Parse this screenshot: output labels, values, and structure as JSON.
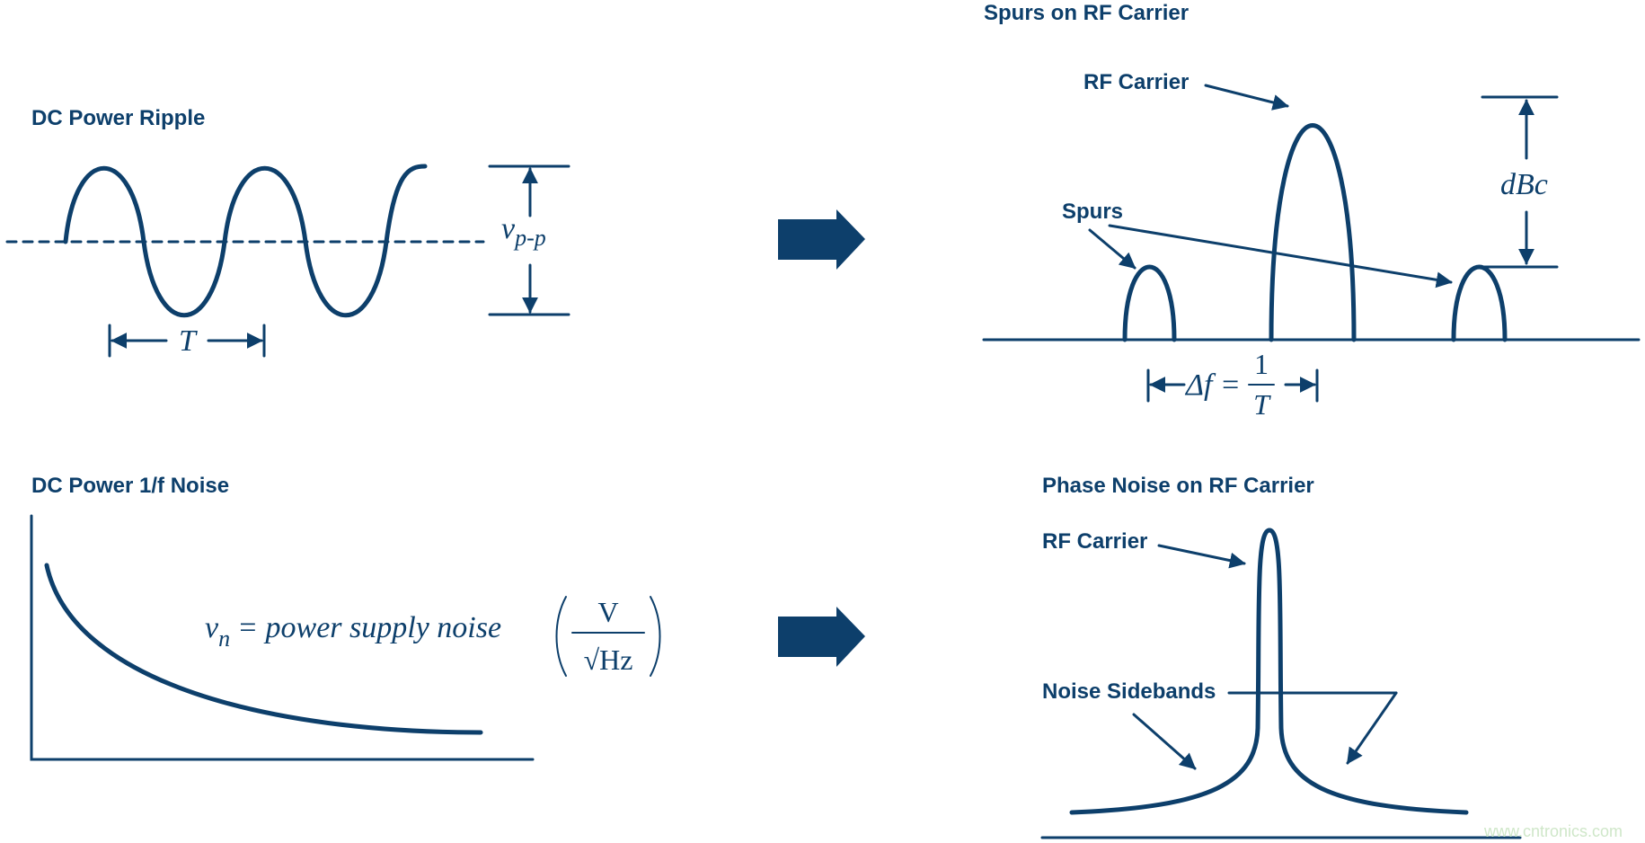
{
  "panels": {
    "ripple": {
      "title": "DC Power Ripple",
      "amplitude_label": "v",
      "amplitude_subscript": "p-p",
      "period_label": "T"
    },
    "spurs": {
      "title": "Spurs on RF Carrier",
      "carrier_label": "RF Carrier",
      "spurs_label": "Spurs",
      "ratio_label": "dBc",
      "spacing_lhs": "Δf =",
      "spacing_num": "1",
      "spacing_den": "T"
    },
    "noise": {
      "title": "DC Power 1/f Noise",
      "eq_var": "v",
      "eq_sub": "n",
      "eq_text": "= power supply noise",
      "unit_num": "V",
      "unit_den": "√Hz"
    },
    "phase": {
      "title": "Phase Noise on RF Carrier",
      "carrier_label": "RF Carrier",
      "sidebands_label": "Noise Sidebands"
    }
  },
  "watermark": "www.cntronics.com",
  "colors": {
    "primary": "#0d3f6b",
    "watermark": "#cfe7c9"
  },
  "icons": [
    "right-arrow-icon",
    "right-arrow-icon"
  ]
}
